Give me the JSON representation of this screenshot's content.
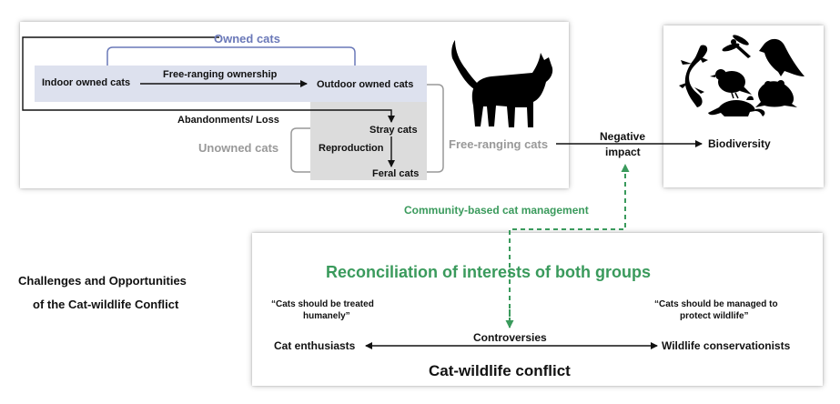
{
  "ownership_panel": {
    "owned_cats": "Owned cats",
    "indoor_owned": "Indoor owned cats",
    "free_ranging_ownership": "Free-ranging ownership",
    "outdoor_owned": "Outdoor owned cats",
    "abandonments": "Abandonments/ Loss",
    "stray": "Stray cats",
    "unowned": "Unowned cats",
    "reproduction": "Reproduction",
    "feral": "Feral cats",
    "free_ranging_cats": "Free-ranging cats"
  },
  "impact": {
    "negative_impact_line1": "Negative",
    "negative_impact_line2": "impact",
    "biodiversity": "Biodiversity"
  },
  "management": {
    "community_based": "Community-based cat management"
  },
  "conflict_panel": {
    "reconciliation": "Reconciliation of interests of both groups",
    "quote_left_line1": "“Cats should be treated",
    "quote_left_line2": "humanely”",
    "quote_right_line1": "“Cats should be managed to",
    "quote_right_line2": "protect wildlife”",
    "cat_enthusiasts": "Cat enthusiasts",
    "controversies": "Controversies",
    "wildlife_conservationists": "Wildlife conservationists",
    "conflict_title": "Cat-wildlife conflict"
  },
  "side_title": {
    "line1": "Challenges and Opportunities",
    "line2": "of the Cat-wildlife Conflict"
  },
  "colors": {
    "owned_blue": "#6a78b8",
    "unowned_gray": "#999999",
    "green": "#3a9a5c",
    "blue_bg": "#dde1ee",
    "gray_bg": "#dcdcdc"
  },
  "icons": [
    "cat-silhouette-icon",
    "lizard-icon",
    "dragonfly-icon",
    "bird-icon",
    "small-bird-icon",
    "frog-icon",
    "rodent-icon"
  ]
}
